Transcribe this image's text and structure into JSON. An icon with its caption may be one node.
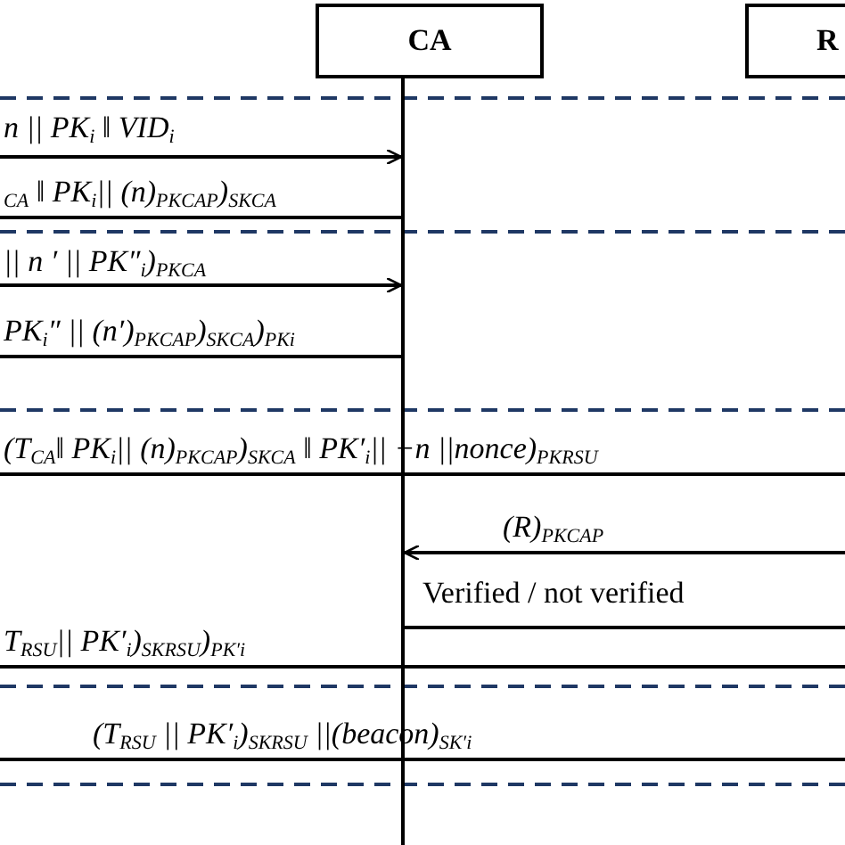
{
  "diagram": {
    "nodes": [
      {
        "text": [
          "CA"
        ]
      },
      {
        "text": [],
        "shape": "line"
      },
      {
        "text": [
          "R"
        ]
      }
    ],
    "edges": [
      {
        "from": null,
        "to": 1,
        "arrow": "to",
        "label": "n || PK$_{i}$ ‖ VID$_{i}$"
      },
      {
        "from": 1,
        "to": null,
        "arrow": "none",
        "label": "$_{CA}$ ‖ PK$_{i}$|| (n)$_{PKCAP}$)$_{SKCA}$"
      },
      {
        "from": null,
        "to": 1,
        "arrow": "to",
        "label": "|| n ′ || PK″$_{i}$)$_{PKCA}$"
      },
      {
        "from": 1,
        "to": null,
        "arrow": "none",
        "label": "PK$_{i}$″ || (n′)$_{PKCAP}$)$_{SKCA}$)$_{PKi}$"
      },
      {
        "from": null,
        "to": 1,
        "arrow": "to",
        "label": "(R)$_{PKCAP}$"
      },
      {
        "from": 1,
        "to": null,
        "arrow": "none",
        "label": "Verified / not verified"
      }
    ],
    "labels": [
      "(T$_{CA}$‖ PK$_{i}$|| (n)$_{PKCAP}$)$_{SKCA}$ ‖ PK′$_{i}$|| −n ||nonce)$_{PKRSU}$",
      "T$_{RSU}$|| PK′$_{i}$)$_{SKRSU}$)$_{PK′i}$",
      "(T$_{RSU}$ || PK′$_{i}$)$_{SKRSU}$ ||(beacon)$_{SK′i}$"
    ]
  }
}
